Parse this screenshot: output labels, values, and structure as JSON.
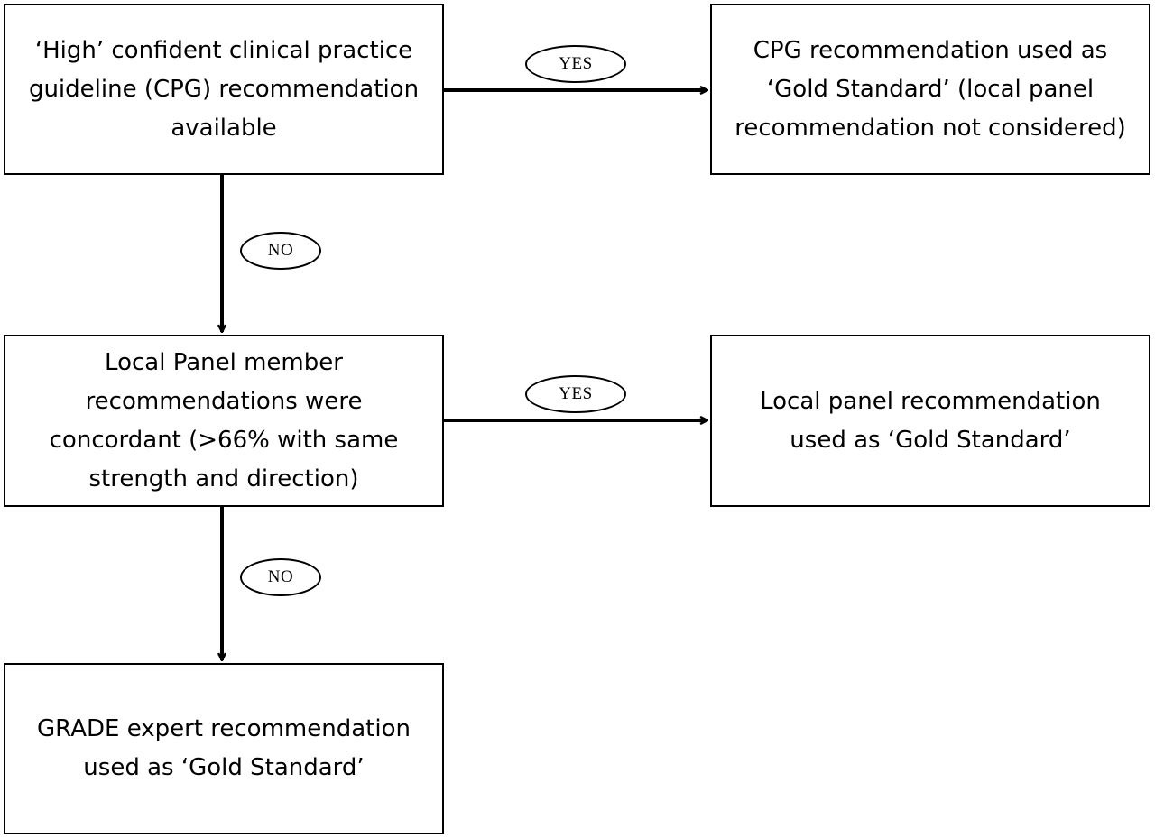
{
  "nodes": {
    "cpg_available": {
      "lines": [
        "‘High’ confident clinical practice",
        "guideline (CPG) recommendation",
        "available"
      ]
    },
    "cpg_gold": {
      "lines": [
        "CPG recommendation used as",
        "‘Gold Standard’ (local panel",
        "recommendation not considered)"
      ]
    },
    "panel_concordant": {
      "lines": [
        "Local Panel member",
        "recommendations were",
        "concordant (>66% with same",
        "strength and direction)"
      ]
    },
    "panel_gold": {
      "lines": [
        "Local panel recommendation",
        "used as ‘Gold Standard’"
      ]
    },
    "grade_gold": {
      "lines": [
        "GRADE expert recommendation",
        "used as ‘Gold Standard’"
      ]
    }
  },
  "edge_labels": {
    "yes_1": "YES",
    "no_1": "NO",
    "yes_2": "YES",
    "no_2": "NO"
  }
}
